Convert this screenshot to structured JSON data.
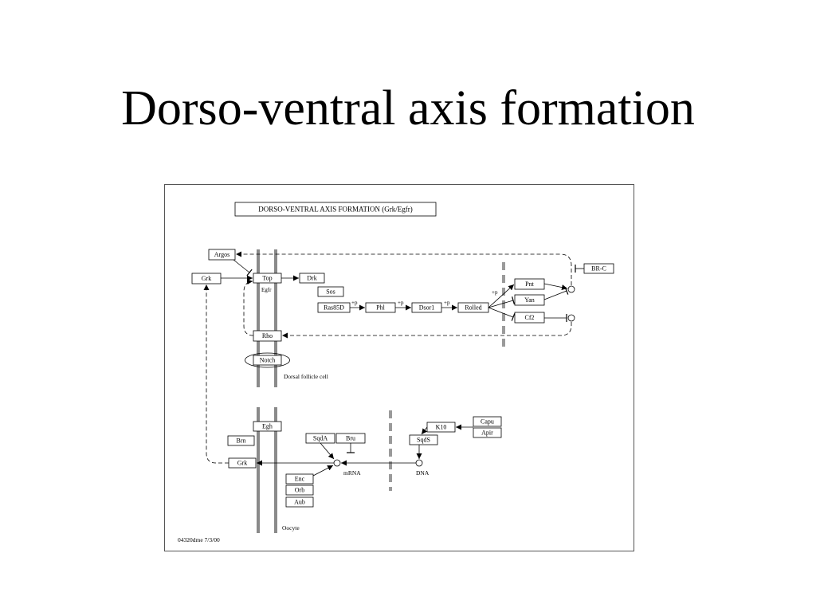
{
  "slide": {
    "title": "Dorso-ventral axis formation"
  },
  "diagram": {
    "header": "DORSO-VENTRAL AXIS FORMATION (Grk/Egfr)",
    "nodes": {
      "argos": "Argos",
      "grk_top": "Grk",
      "top": "Top",
      "drk": "Drk",
      "sos": "Sos",
      "ras85d": "Ras85D",
      "phl": "Phl",
      "dsor1": "Dsor1",
      "rolled": "Rolled",
      "pnt": "Pnt",
      "yan": "Yan",
      "cf2": "Cf2",
      "brc": "BR-C",
      "rho": "Rho",
      "notch": "Notch",
      "egh": "Egh",
      "brn": "Brn",
      "grk_bottom": "Grk",
      "sqda": "SqdA",
      "bru": "Bru",
      "enc": "Enc",
      "orb": "Orb",
      "aub": "Aub",
      "sqds": "SqdS",
      "k10": "K10",
      "capu": "Capu",
      "apir": "Apir"
    },
    "labels": {
      "egfr": "Egfr",
      "dorsal_follicle_cell": "Dorsal follicle cell",
      "mrna": "mRNA",
      "dna": "DNA",
      "oocyte": "Oocyte",
      "footer": "04320dme 7/3/00",
      "phosphorylation": "+p"
    }
  }
}
